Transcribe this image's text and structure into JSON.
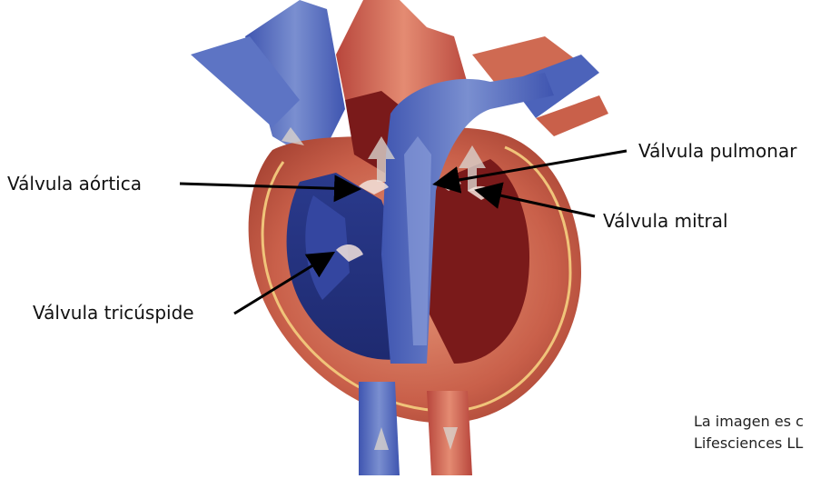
{
  "labels": {
    "aortic_valve": "Válvula aórtica",
    "pulmonary_valve": "Válvula pulmonar",
    "mitral_valve": "Válvula mitral",
    "tricuspid_valve": "Válvula tricúspide"
  },
  "credit": {
    "line1": "La imagen es c",
    "line2": "Lifesciences LL"
  },
  "colors": {
    "muscle": "#c9604a",
    "muscle_light": "#e39a7e",
    "muscle_dark": "#8a2a22",
    "oxygenated_blood": "#b8463c",
    "deoxygenated_blood": "#2a3a8c",
    "vein_light": "#7a8fd0",
    "chamber_dark": "#7a1a1a",
    "pointer": "#000000"
  }
}
